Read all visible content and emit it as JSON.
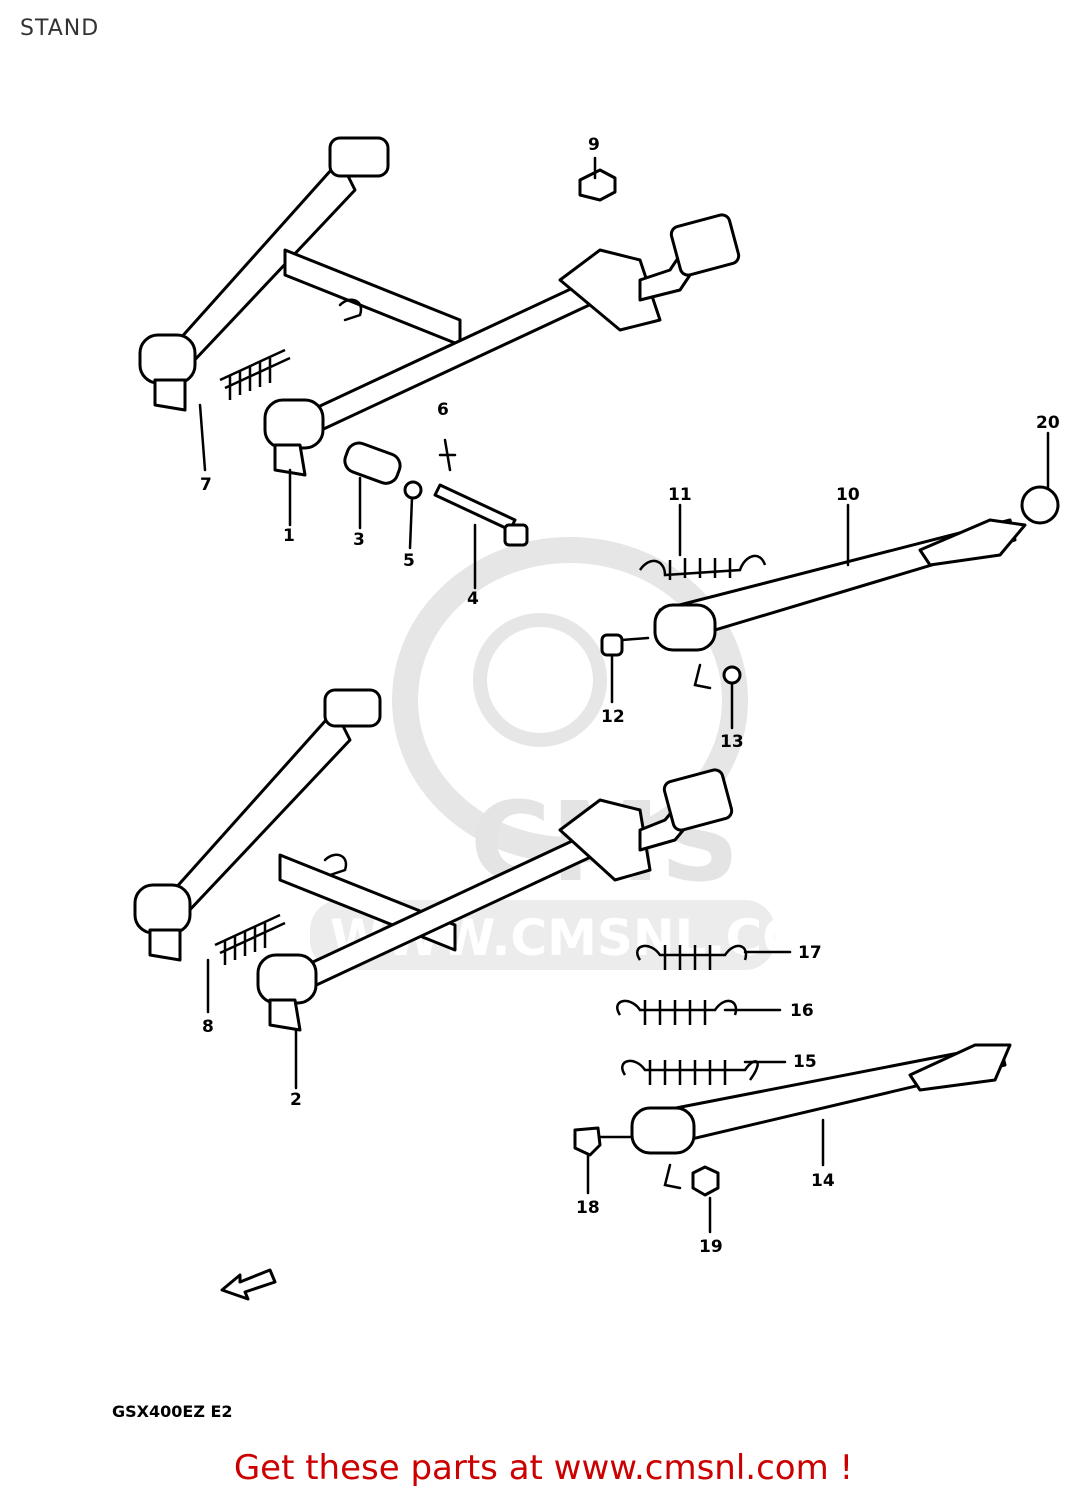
{
  "header": {
    "title": "STAND"
  },
  "watermark": {
    "text": "WWW.CMSNL.COM",
    "logo_text": "CMS"
  },
  "diagram": {
    "model_code": "GSX400EZ E2",
    "callouts": [
      "1",
      "2",
      "3",
      "4",
      "5",
      "6",
      "7",
      "8",
      "9",
      "10",
      "11",
      "12",
      "13",
      "14",
      "15",
      "16",
      "17",
      "18",
      "19",
      "20"
    ]
  },
  "footer": {
    "text": "Get these parts at www.cmsnl.com !"
  },
  "colors": {
    "footer_text": "#cc0000",
    "title_text": "#333333",
    "watermark": "#e4e4e4"
  }
}
